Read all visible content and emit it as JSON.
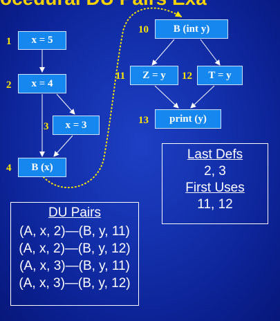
{
  "slide": {
    "title_fragment": "ocedural DU Pairs Exa"
  },
  "nodes": {
    "n1": {
      "num": "1",
      "label": "x = 5"
    },
    "n2": {
      "num": "2",
      "label": "x = 4"
    },
    "n3": {
      "num": "3",
      "label": "x = 3"
    },
    "n4": {
      "num": "4",
      "label": "B (x)"
    },
    "n10": {
      "num": "10",
      "label": "B (int y)"
    },
    "n11": {
      "num": "11",
      "label": "Z = y"
    },
    "n12": {
      "num": "12",
      "label": "T = y"
    },
    "n13": {
      "num": "13",
      "label": "print (y)"
    }
  },
  "last_defs": {
    "heading": "Last Defs",
    "value": "2, 3"
  },
  "first_uses": {
    "heading": "First Uses",
    "value": "11, 12"
  },
  "du_pairs": {
    "heading": "DU Pairs",
    "rows": [
      "(A,  x, 2)—(B, y, 11)",
      "(A,  x, 2)—(B, y, 12)",
      "(A,  x, 3)—(B, y, 11)",
      "(A,  x, 3)—(B, y, 12)"
    ]
  },
  "colors": {
    "background": "#1533b0",
    "node_fill": "#1687ee",
    "node_number": "#ffe600",
    "call_edge": "#ffe600",
    "edge": "#ffffff"
  }
}
